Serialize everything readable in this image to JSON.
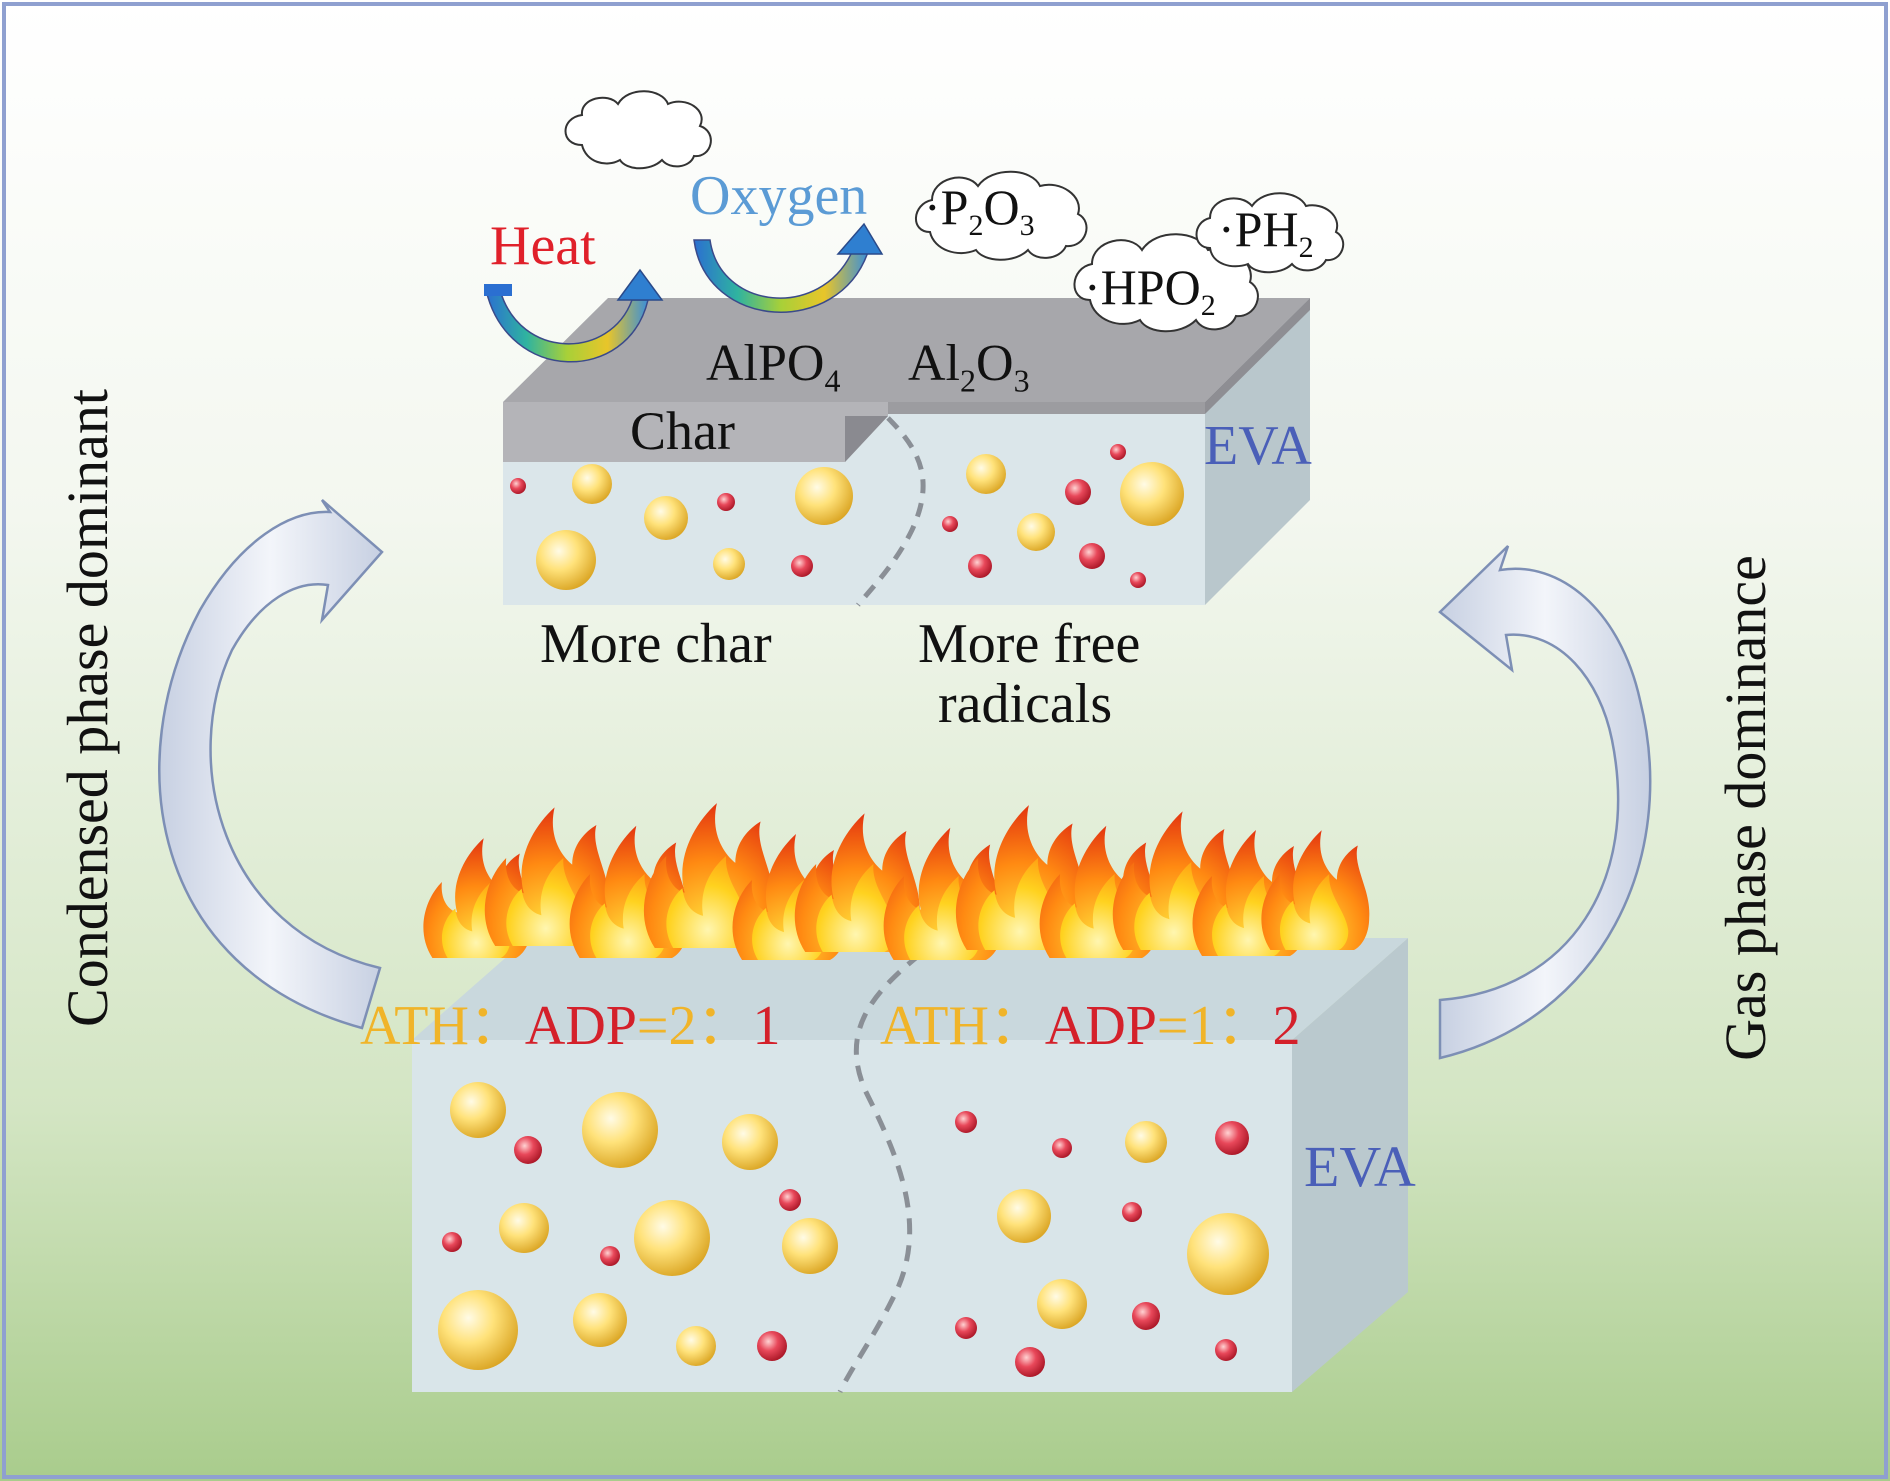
{
  "top_panel": {
    "heat_label": "Heat",
    "oxygen_label": "Oxygen",
    "char_label": "Char",
    "alpo4": {
      "base": "AlPO",
      "sub": "4"
    },
    "al2o3": {
      "p1": "Al",
      "s1": "2",
      "p2": "O",
      "s2": "3"
    },
    "eva_label": "EVA",
    "more_char": "More char",
    "more_free_radicals_line1": "More free",
    "more_free_radicals_line2": "radicals",
    "radical_p2o3": {
      "dot": "·",
      "p1": "P",
      "s1": "2",
      "p2": "O",
      "s2": "3"
    },
    "radical_ph2": {
      "dot": "·",
      "p1": "PH",
      "s1": "2"
    },
    "radical_hpo2": {
      "dot": "·",
      "p1": "HPO",
      "s1": "2"
    }
  },
  "bottom_panel": {
    "ratio_left": {
      "ath": "ATH",
      "sep": "：",
      "adp": "ADP",
      "eq": "=2",
      "sep2": "：",
      "num": "1"
    },
    "ratio_right": {
      "ath": "ATH",
      "sep": "：",
      "adp": "ADP",
      "eq": "=1",
      "sep2": "：",
      "num": "2"
    },
    "eva_label": "EVA"
  },
  "side_labels": {
    "left": "Condensed phase dominant",
    "right": "Gas phase dominance"
  },
  "colors": {
    "heat": "#e0202a",
    "oxygen": "#5b9bd5",
    "eva": "#4a5fb8",
    "ath": "#f0b429",
    "adp": "#d4202a",
    "background_top": "#ffffff",
    "background_bottom": "#a9cc8c",
    "block_face": "#d7e4e8",
    "char_grey": "#b8b8bc"
  }
}
